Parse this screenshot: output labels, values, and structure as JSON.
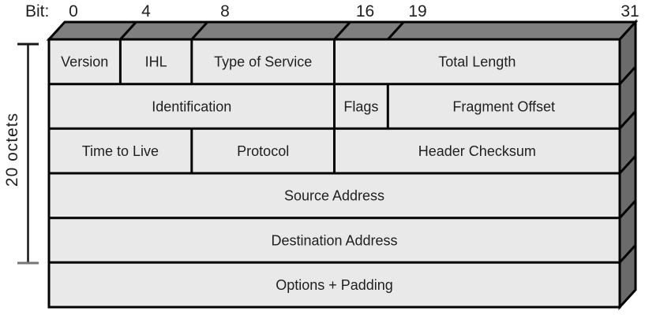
{
  "diagram": {
    "bit_axis": {
      "label": "Bit:",
      "ticks": [
        "0",
        "4",
        "8",
        "16",
        "19",
        "31"
      ]
    },
    "side_label": "20 octets",
    "fields": {
      "version": "Version",
      "ihl": "IHL",
      "type_of_service": "Type of Service",
      "total_length": "Total Length",
      "identification": "Identification",
      "flags": "Flags",
      "fragment_offset": "Fragment Offset",
      "time_to_live": "Time to Live",
      "protocol": "Protocol",
      "header_checksum": "Header Checksum",
      "source_address": "Source Address",
      "destination_address": "Destination Address",
      "options_padding": "Options + Padding"
    },
    "colors": {
      "top_face": "#7f7f7f",
      "side_face": "#6b6b6b",
      "cell_fill": "#e9e9e9",
      "border": "#000000",
      "text": "#1f1f1f"
    }
  }
}
